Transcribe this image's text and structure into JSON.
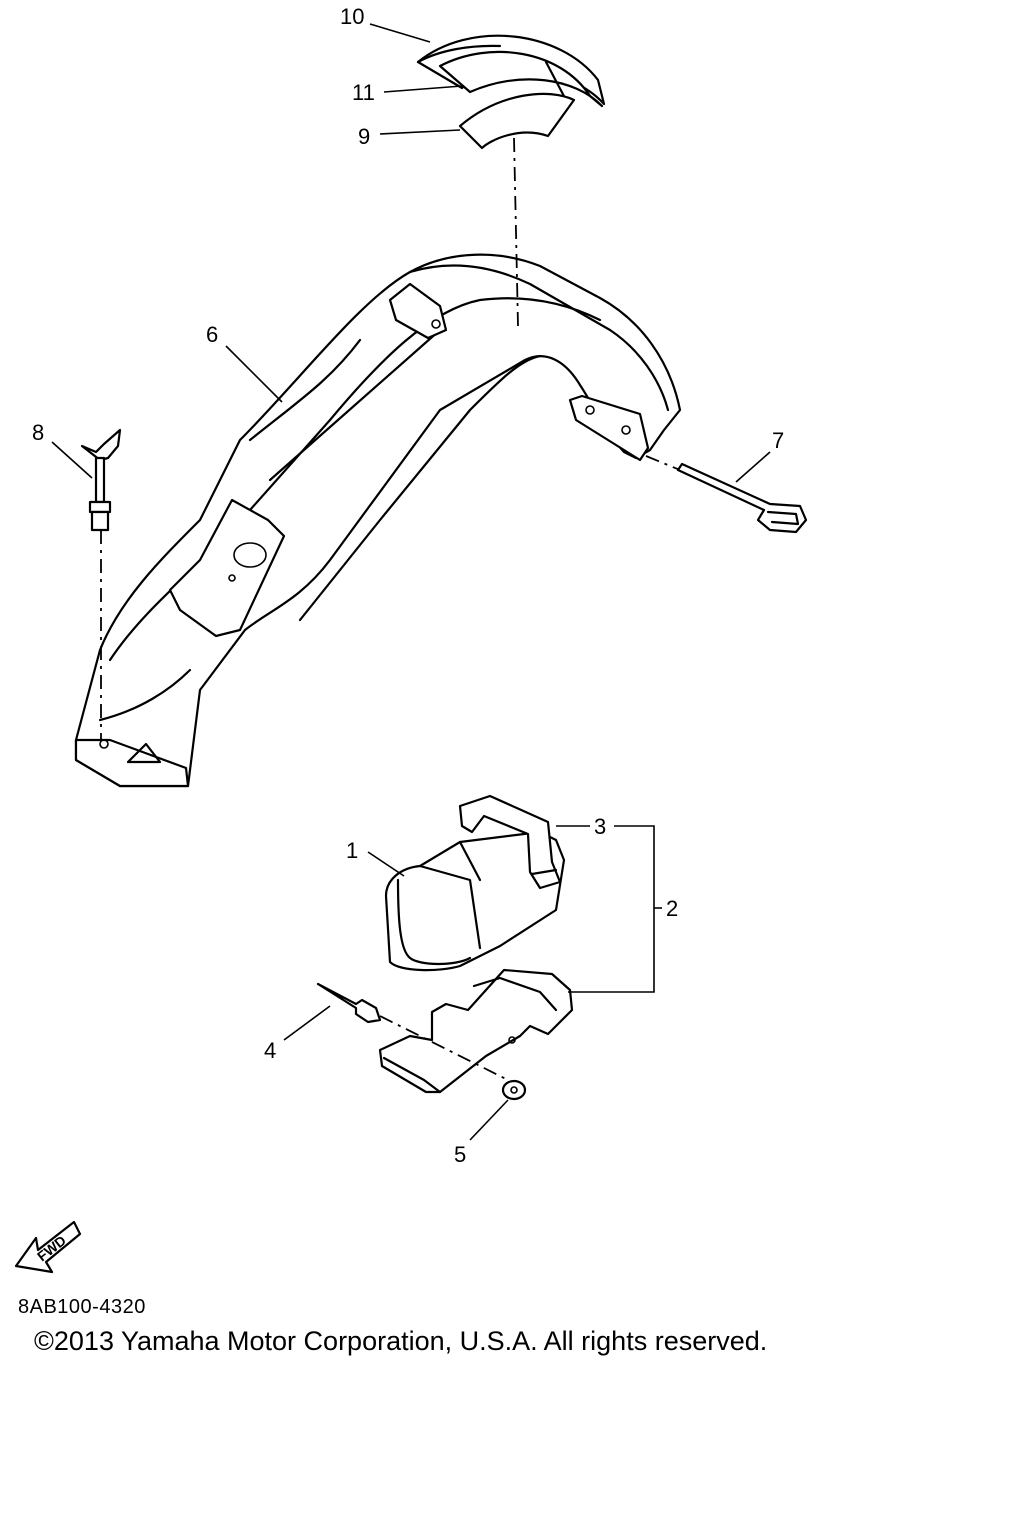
{
  "diagram": {
    "callouts": [
      "1",
      "2",
      "3",
      "4",
      "5",
      "6",
      "7",
      "8",
      "9",
      "10",
      "11"
    ],
    "direction_marker": "FWD"
  },
  "footer": {
    "diagram_code": "8AB100-4320",
    "copyright": "©2013 Yamaha Motor Corporation, U.S.A. All rights reserved."
  }
}
